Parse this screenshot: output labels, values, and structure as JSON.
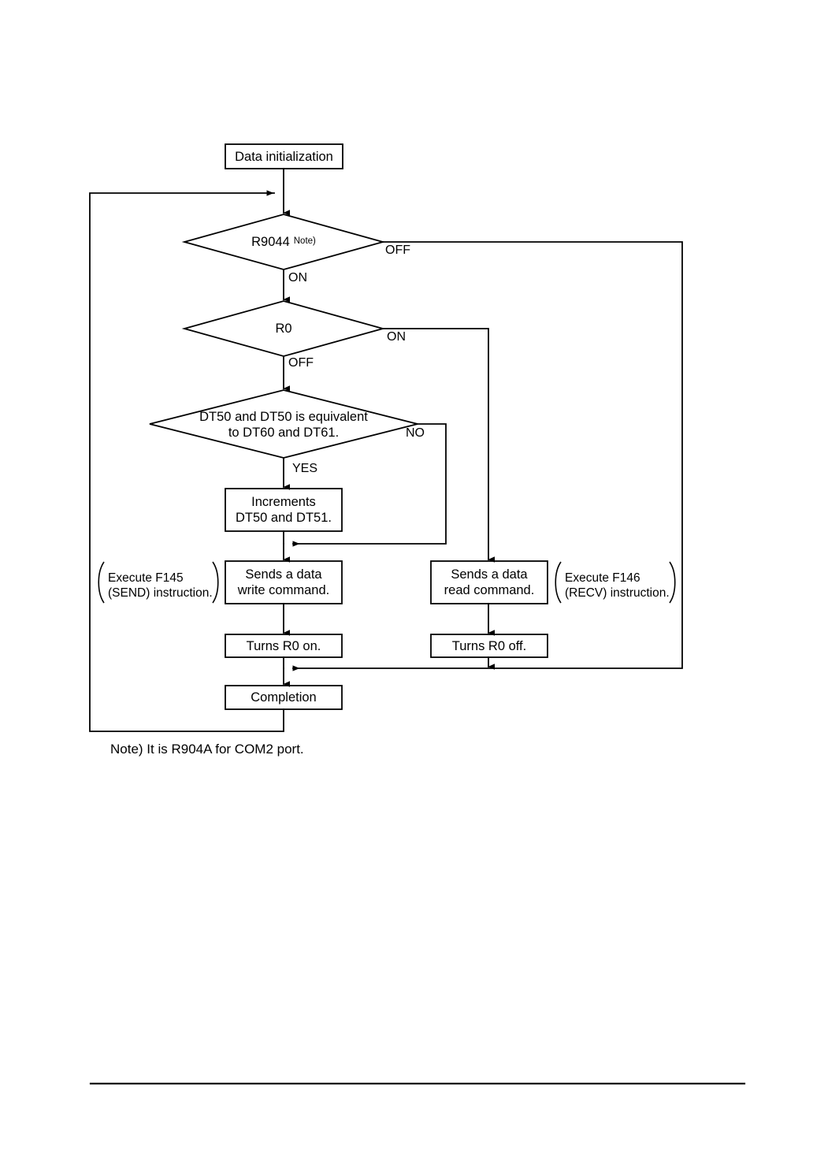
{
  "document": {
    "type": "flowchart",
    "footnote": "Note) It is R904A for COM2 port."
  },
  "flowchart": {
    "nodes": [
      {
        "id": "start",
        "shape": "process",
        "text": "Data initialization"
      },
      {
        "id": "r9044",
        "shape": "decision",
        "text": "R9044",
        "superscript": "Note)"
      },
      {
        "id": "r0",
        "shape": "decision",
        "text": "R0"
      },
      {
        "id": "compare",
        "shape": "decision",
        "text": "DT50 and DT50 is equivalent\nto DT60 and DT61."
      },
      {
        "id": "increments",
        "shape": "process",
        "text": "Increments\nDT50 and DT51."
      },
      {
        "id": "write",
        "shape": "process",
        "text": "Sends a data\nwrite command."
      },
      {
        "id": "read",
        "shape": "process",
        "text": "Sends a data\nread command."
      },
      {
        "id": "r0on",
        "shape": "process",
        "text": "Turns R0 on."
      },
      {
        "id": "r0off",
        "shape": "process",
        "text": "Turns R0 off."
      },
      {
        "id": "completion",
        "shape": "process",
        "text": "Completion"
      }
    ],
    "edge_labels": {
      "r9044_off": "OFF",
      "r9044_on": "ON",
      "r0_on": "ON",
      "r0_off": "OFF",
      "compare_no": "NO",
      "compare_yes": "YES"
    },
    "annotations": [
      {
        "id": "send-annotation",
        "side": "left",
        "text": "Execute F145\n(SEND) instruction."
      },
      {
        "id": "recv-annotation",
        "side": "right",
        "text": "Execute F146\n(RECV) instruction."
      }
    ]
  },
  "colors": {
    "stroke": "#000000",
    "background": "#ffffff",
    "text": "#000000"
  }
}
